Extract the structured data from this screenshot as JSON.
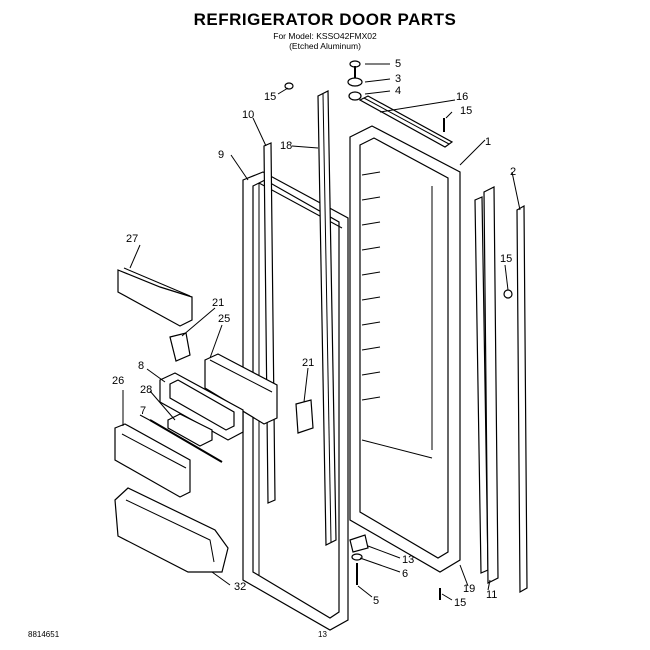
{
  "header": {
    "title": "REFRIGERATOR DOOR PARTS",
    "model_line": "For Model: KSSO42FMX02",
    "finish_line": "(Etched Aluminum)"
  },
  "footer": {
    "left_code": "8814651",
    "page_number": "13"
  },
  "callouts": {
    "c1": "1",
    "c2": "2",
    "c3": "3",
    "c4": "4",
    "c5a": "5",
    "c5b": "5",
    "c6": "6",
    "c7": "7",
    "c8": "8",
    "c9": "9",
    "c10": "10",
    "c11": "11",
    "c13": "13",
    "c15a": "15",
    "c15b": "15",
    "c15c": "15",
    "c15d": "15",
    "c16": "16",
    "c18": "18",
    "c19": "19",
    "c21a": "21",
    "c21b": "21",
    "c25": "25",
    "c26": "26",
    "c27": "27",
    "c28": "28",
    "c32": "32"
  }
}
